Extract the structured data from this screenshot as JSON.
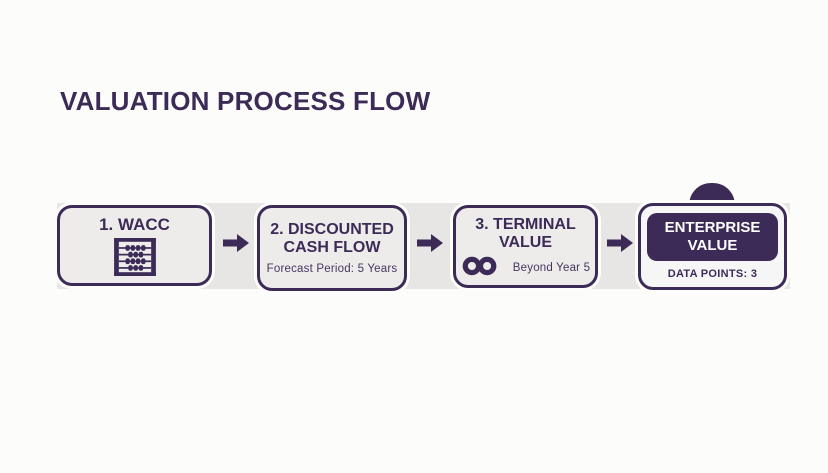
{
  "title": "VALUATION PROCESS FLOW",
  "colors": {
    "primary": "#3d2b57",
    "band": "#e7e6e5",
    "box_fill": "#edeceb",
    "final_box_fill": "#f7f6f7",
    "text_on_primary": "#ffffff",
    "background": "#fcfcfb"
  },
  "flow": {
    "steps": [
      {
        "id": "wacc",
        "title": "1. WACC",
        "icon": "abacus-icon"
      },
      {
        "id": "discounted-cash-flow",
        "title_line1": "2. DISCOUNTED",
        "title_line2": "CASH FLOW",
        "subtitle": "Forecast Period: 5 Years"
      },
      {
        "id": "terminal-value",
        "title_line1": "3. TERMINAL",
        "title_line2": "VALUE",
        "icon": "infinity-icon",
        "subtitle": "Beyond Year 5"
      },
      {
        "id": "enterprise-value",
        "title_line1": "ENTERPRISE",
        "title_line2": "VALUE",
        "subtitle": "DATA POINTS: 3",
        "highlighted": true
      }
    ]
  }
}
